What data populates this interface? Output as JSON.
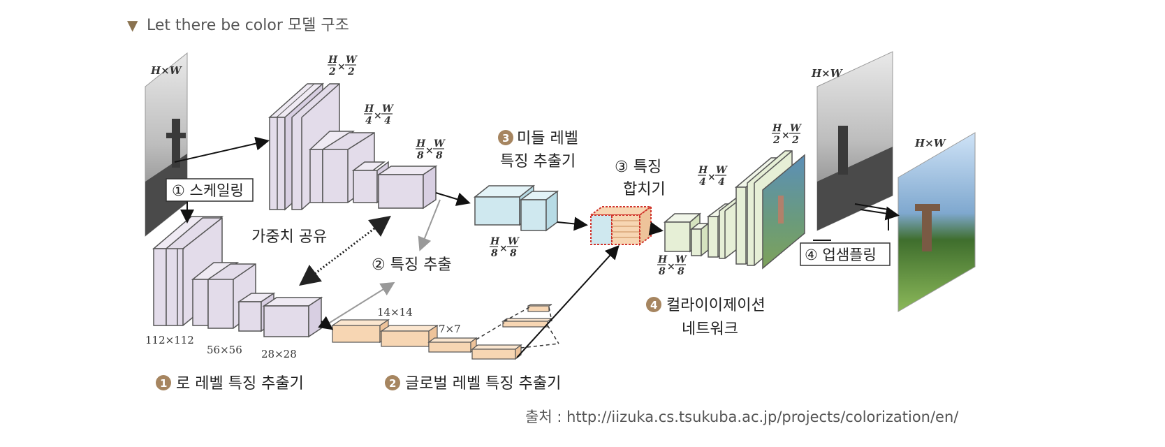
{
  "caption": {
    "marker": "▼",
    "text": "Let there be color 모델 구조"
  },
  "dims": {
    "input": "H×W",
    "half_num": "H",
    "half_den_a": "2",
    "half_num_w": "W",
    "half_den_b": "2",
    "quarter_den": "4",
    "eighth_den": "8",
    "times": "×",
    "output_gray": "H×W",
    "output_color": "H×W"
  },
  "sizes": {
    "s112": "112×112",
    "s56": "56×56",
    "s28": "28×28",
    "s14": "14×14",
    "s7": "7×7"
  },
  "labels": {
    "scaling": "① 스케일링",
    "weight_share": "가중치 공유",
    "feature_extract": "② 특징 추출",
    "fusion_line1": "③ 특징",
    "fusion_line2": "합치기",
    "upsampling": "④ 업샘플링",
    "mid_line1": "미들 레벨",
    "mid_line2": "특징 추출기",
    "color_line1": "컬라이이제이션",
    "color_line2": "네트워크",
    "low_level": "로 레벨 특징 추출기",
    "global_level": "글로벌 레벨 특징 추출기"
  },
  "badges": {
    "one": "1",
    "two": "2",
    "three": "3",
    "four": "4"
  },
  "source": "출처 : http://iizuka.cs.tsukuba.ac.jp/projects/colorization/en/",
  "colors": {
    "caption_marker": "#8a7350",
    "badge": "#a68560",
    "lavender": "#e3dcea",
    "cyan": "#cfe8ef",
    "peach": "#f7d6b3",
    "green": "#e6efd6",
    "fusion_border": "#d0342c"
  }
}
